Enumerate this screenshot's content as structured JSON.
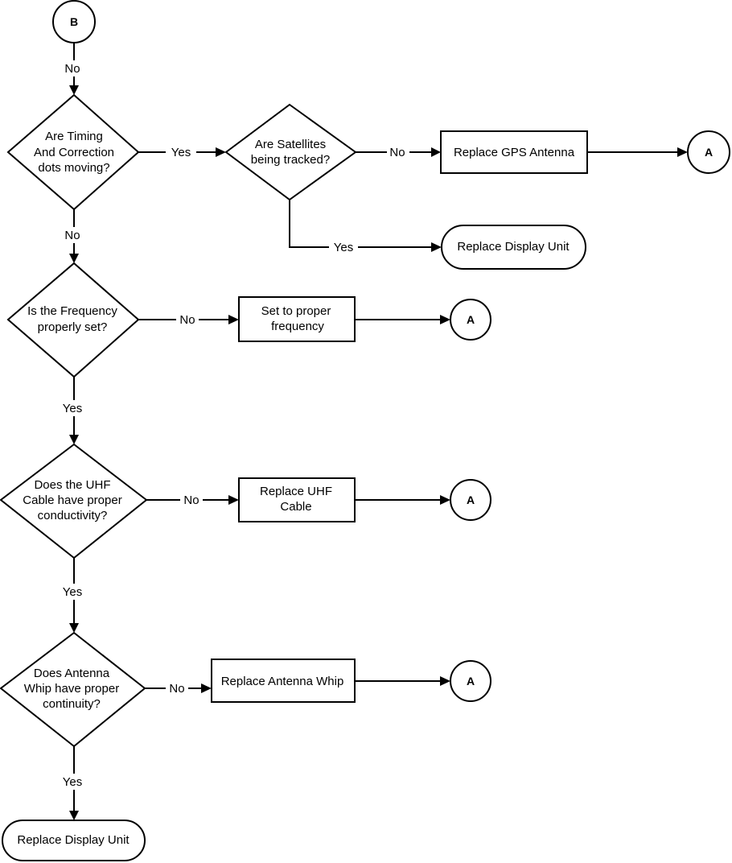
{
  "connectors": {
    "start": "B",
    "end": "A"
  },
  "decisions": {
    "timing": [
      "Are Timing",
      "And Correction",
      "dots moving?"
    ],
    "satellites": [
      "Are Satellites",
      "being tracked?"
    ],
    "frequency": [
      "Is the Frequency",
      "properly set?"
    ],
    "uhf_cable": [
      "Does the UHF",
      "Cable have proper",
      "conductivity?"
    ],
    "antenna_whip": [
      "Does Antenna",
      "Whip have proper",
      "continuity?"
    ]
  },
  "processes": {
    "replace_gps_antenna": [
      "Replace GPS Antenna"
    ],
    "set_frequency": [
      "Set to proper",
      "frequency"
    ],
    "replace_uhf_cable": [
      "Replace UHF",
      "Cable"
    ],
    "replace_antenna_whip": [
      "Replace Antenna Whip"
    ]
  },
  "terminals": {
    "replace_display_unit": "Replace Display Unit"
  },
  "edge_labels": {
    "yes": "Yes",
    "no": "No"
  }
}
